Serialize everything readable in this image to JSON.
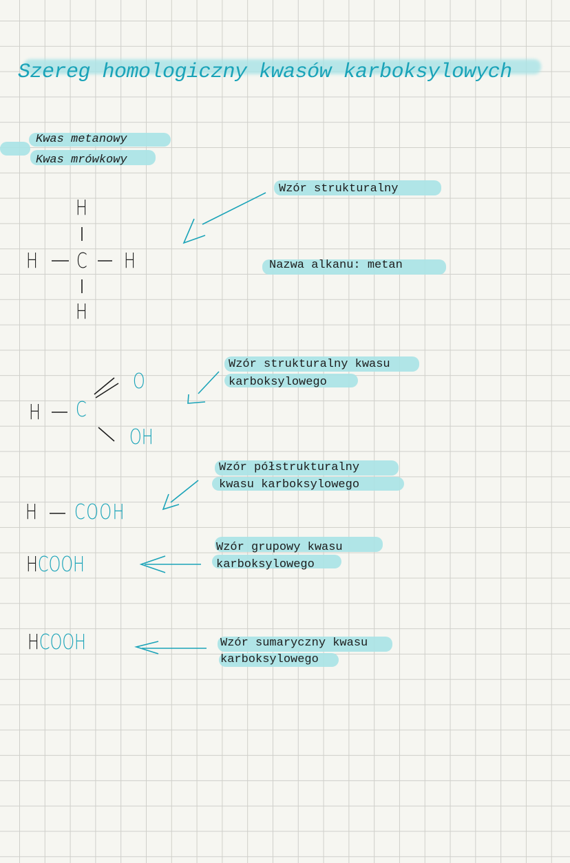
{
  "title": "Szereg homologiczny kwasów karboksylowych",
  "names": {
    "systematic": "Kwas metanowy",
    "common": "Kwas mrówkowy"
  },
  "labels": {
    "structural": "Wzór strukturalny",
    "alkane": "Nazwa alkanu: metan",
    "acid_structural_1": "Wzór strukturalny kwasu",
    "acid_structural_2": "karboksylowego",
    "semi_1": "Wzór półstrukturalny",
    "semi_2": "kwasu karboksylowego",
    "group_1": "Wzór grupowy kwasu",
    "group_2": "karboksylowego",
    "sum_1": "Wzór sumaryczny kwasu",
    "sum_2": "karboksylowego"
  },
  "methane": {
    "top": "H",
    "left": "H",
    "center": "C",
    "right": "H",
    "bottom": "H"
  },
  "acid": {
    "h": "H",
    "c": "C",
    "o": "O",
    "oh": "OH"
  },
  "semi": {
    "h": "H",
    "group": "COOH"
  },
  "group_formula": {
    "h": "H",
    "group": "COOH"
  },
  "sum_formula": {
    "h": "H",
    "group": "COOH"
  },
  "colors": {
    "accent": "#1aa3b8",
    "highlight": "#a8e3e6"
  }
}
